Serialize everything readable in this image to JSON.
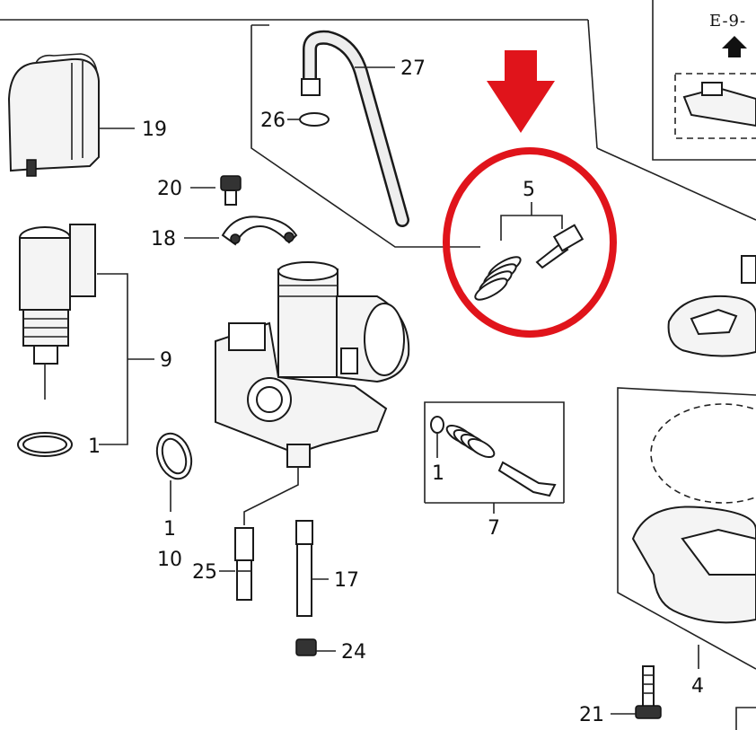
{
  "diagram": {
    "reference_label": "E-9-",
    "callouts": {
      "c19": "19",
      "c20": "20",
      "c18": "18",
      "c9": "9",
      "c1a": "1",
      "c1b": "1",
      "c10": "10",
      "c25": "25",
      "c17": "17",
      "c24": "24",
      "c21": "21",
      "c27": "27",
      "c26": "26",
      "c5": "5",
      "c1c": "1",
      "c7": "7",
      "c4": "4"
    },
    "colors": {
      "highlight": "#e0141b",
      "ink": "#1a1a1a"
    },
    "highlight": {
      "shape": "circle",
      "target_callout": "5",
      "arrow": "down-arrow"
    }
  }
}
